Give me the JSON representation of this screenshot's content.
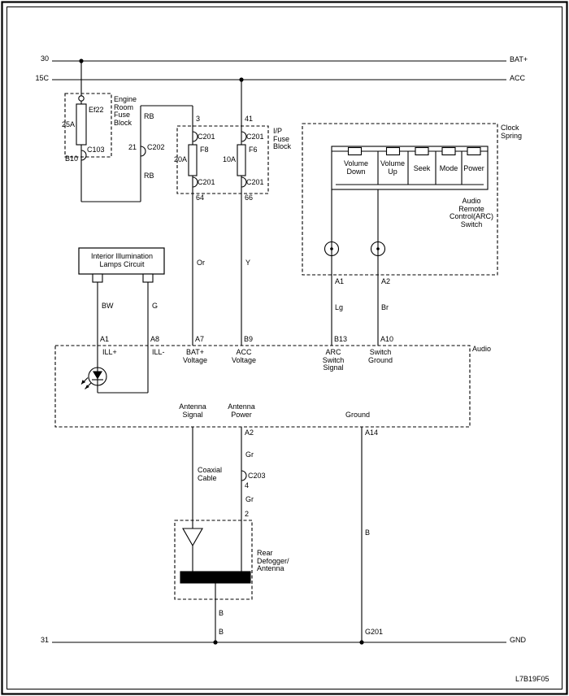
{
  "footer": {
    "code": "L7B19F05"
  },
  "rails": {
    "bat": {
      "terminal": "30",
      "name": "BAT+"
    },
    "acc": {
      "terminal": "15C",
      "name": "ACC"
    },
    "gnd": {
      "terminal": "31",
      "name": "GND"
    }
  },
  "engine_fuse_block": {
    "name": "Engine\nRoom\nFuse\nBlock",
    "fuse": "Ef22",
    "rating": "25A",
    "connector": "C103",
    "pin": "B10"
  },
  "c202": {
    "wire_above": "RB",
    "pin": "21",
    "name": "C202",
    "wire_below": "RB"
  },
  "ip_fuse_block": {
    "name": "I/P\nFuse\nBlock",
    "fuses": [
      {
        "pin_in": "3",
        "connector_top": "C201",
        "name": "F8",
        "rating": "20A",
        "connector_bottom": "C201",
        "pin_out": "64",
        "wire_color": "Or"
      },
      {
        "pin_in": "41",
        "connector_top": "C201",
        "name": "F6",
        "rating": "10A",
        "connector_bottom": "C201",
        "pin_out": "66",
        "wire_color": "Y"
      }
    ]
  },
  "clock_spring": {
    "name": "Clock\nSpring",
    "switch_name": "Audio\nRemote\nControl(ARC)\nSwitch",
    "buttons": [
      "Volume\nDown",
      "Volume\nUp",
      "Seek",
      "Mode",
      "Power"
    ],
    "outputs": [
      {
        "pin": "A1",
        "wire_color": "Lg"
      },
      {
        "pin": "A2",
        "wire_color": "Br"
      }
    ]
  },
  "interior_illumination": {
    "name": "Interior Illumination\nLamps Circuit",
    "wire_left": "BW",
    "wire_right": "G"
  },
  "audio": {
    "name": "Audio",
    "pins_top": [
      {
        "pin": "A1",
        "label": "ILL+"
      },
      {
        "pin": "A8",
        "label": "ILL-"
      },
      {
        "pin": "A7",
        "label": "BAT+\nVoltage"
      },
      {
        "pin": "B9",
        "label": "ACC\nVoltage"
      },
      {
        "pin": "B13",
        "label": "ARC\nSwitch\nSignal"
      },
      {
        "pin": "A10",
        "label": "Switch\nGround"
      }
    ],
    "pins_bottom": [
      {
        "pin": "",
        "label": "Antenna\nSignal"
      },
      {
        "pin": "A2",
        "label": "Antenna\nPower"
      },
      {
        "pin": "A14",
        "label": "Ground"
      }
    ]
  },
  "antenna_circuit": {
    "coax_label": "Coaxial\nCable",
    "wire_color_above": "Gr",
    "connector": "C203",
    "connector_pin_top": "4",
    "wire_color_below": "Gr",
    "connector_pin_bottom": "2",
    "box_name": "Rear\nDefogger/\nAntenna",
    "ground_wire_upper": "B",
    "ground_wire_lower": "B"
  },
  "ground_circuit": {
    "audio_ground_wire": "B",
    "ground_point": "G201"
  }
}
